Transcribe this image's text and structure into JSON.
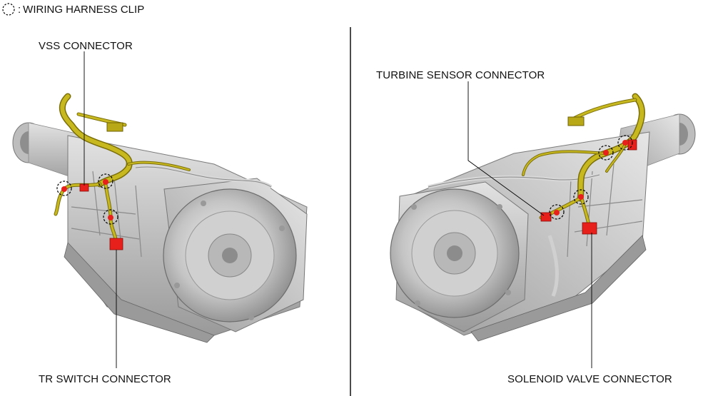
{
  "legend": {
    "symbol_name": "dashed-circle-icon",
    "separator": ":",
    "text": "WIRING HARNESS CLIP"
  },
  "labels": {
    "vss": "VSS CONNECTOR",
    "tr_switch": "TR SWITCH CONNECTOR",
    "turbine": "TURBINE SENSOR CONNECTOR",
    "solenoid": "SOLENOID VALVE CONNECTOR"
  },
  "colors": {
    "harness": "#c8b820",
    "harness_dark": "#7a6e08",
    "connector": "#e8201c",
    "metal": "#c9c9c9",
    "metal_dark": "#8d8d8d",
    "line": "#000000"
  }
}
